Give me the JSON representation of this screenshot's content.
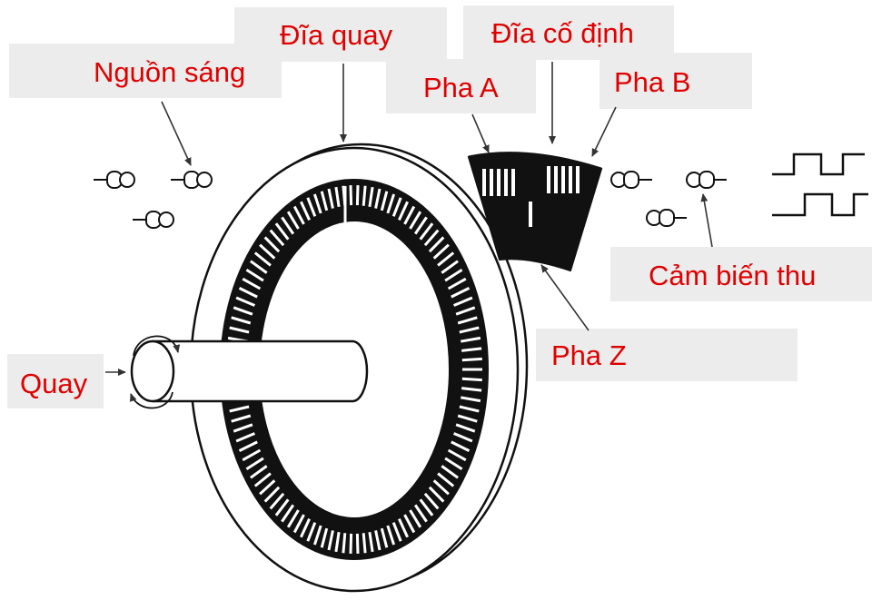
{
  "labels": {
    "light_source": "Nguồn sáng",
    "rotating_disk": "Đĩa quay",
    "fixed_disk": "Đĩa cố định",
    "phase_a": "Pha A",
    "phase_b": "Pha B",
    "receiver": "Cảm biến thu",
    "phase_z": "Pha Z",
    "rotate": "Quay"
  },
  "colors": {
    "label_text": "#e00000",
    "label_background": "#ececec",
    "ink": "#111111"
  },
  "icons": [
    "led-icon",
    "photo-sensor-icon",
    "square-wave-icon",
    "rotation-arrow-icon"
  ]
}
